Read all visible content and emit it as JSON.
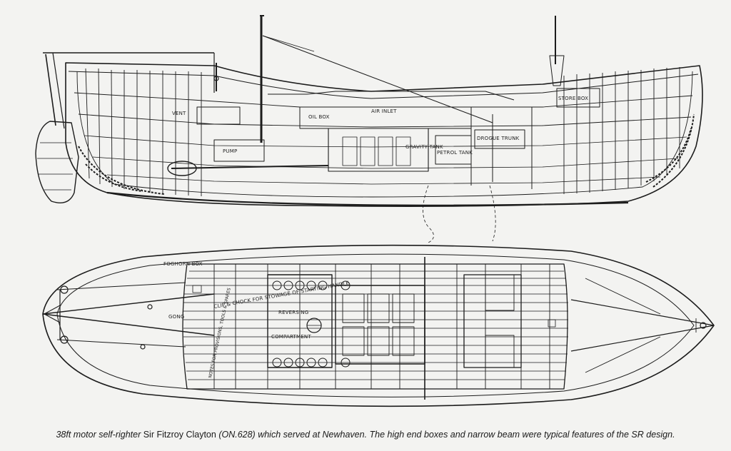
{
  "caption": {
    "part1": "38ft motor self-righter",
    "part2": " Sir Fitzroy Clayton ",
    "part3": "(ON.628) which served at Newhaven. The high end boxes and narrow beam were typical features of the SR design."
  },
  "labels": {
    "vent": "VENT",
    "pump": "PUMP",
    "oil_box": "OIL BOX",
    "air_inlet": "AIR INLET",
    "gravity_tank": "GRAVITY TANK",
    "petrol_tank": "PETROL TANK",
    "drogue_trunk": "DROGUE TRUNK",
    "store_box": "STORE BOX",
    "foghorn_box": "FOGHORN BOX",
    "clip_chock": "CLIP & CHOCK FOR STOWAGE OF STARTING HANDLE",
    "reversing": "REVERSING",
    "compartment": "COMPARTMENT",
    "gong": "GONG",
    "notes_rot": "NOTES FOR PROVISIONS, TOOLS & SPARES"
  },
  "colors": {
    "ink": "#1c1c1c",
    "paper": "#f3f3f1"
  }
}
